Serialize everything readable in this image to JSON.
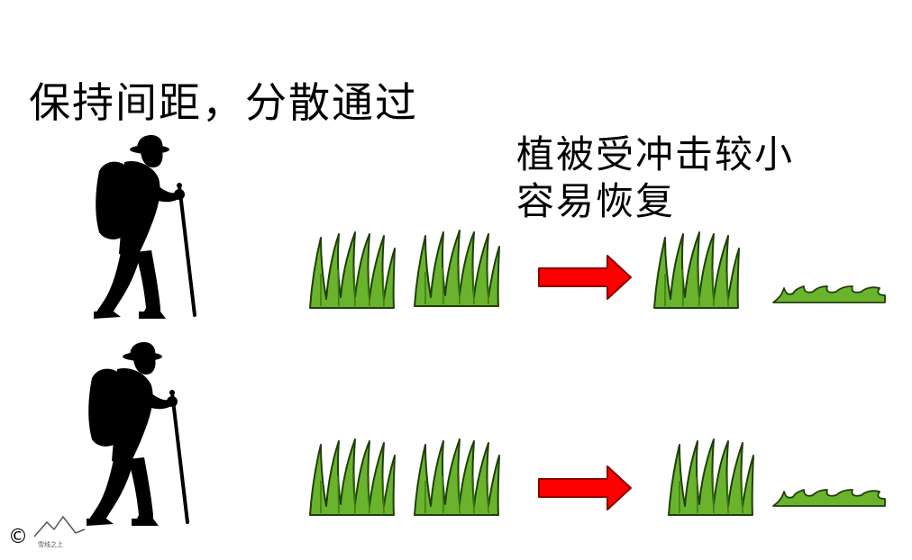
{
  "title": "保持间距，分散通过",
  "caption": {
    "line1": "植被受冲击较小",
    "line2": "容易恢复"
  },
  "copyright_symbol": "©",
  "logo_text": "雪线之上",
  "colors": {
    "grass_fill": "#6ab42d",
    "grass_stroke": "#1f3f0a",
    "arrow_fill": "#ff0000",
    "silhouette": "#000000"
  },
  "icons": {
    "hiker": "hiker-silhouette-icon",
    "grass": "grass-tuft-icon",
    "flattened_grass": "flattened-grass-icon",
    "arrow": "right-arrow-icon"
  }
}
